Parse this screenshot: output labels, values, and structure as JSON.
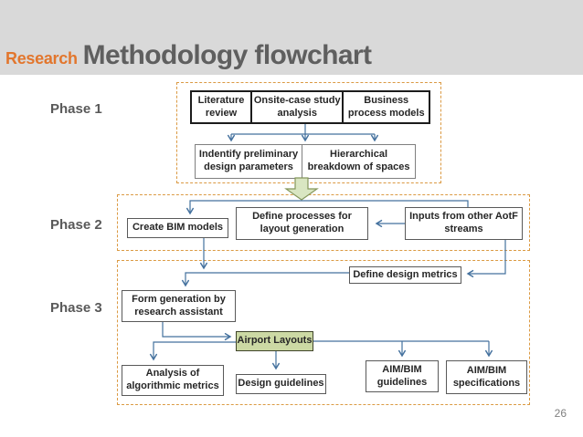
{
  "header": {
    "title_prefix": "Research",
    "title": "Methodology flowchart"
  },
  "page_number": "26",
  "phases": {
    "p1": {
      "label": "Phase 1"
    },
    "p2": {
      "label": "Phase 2"
    },
    "p3": {
      "label": "Phase 3"
    }
  },
  "phase1": {
    "row1": [
      "Literature\nreview",
      "Onsite-case study\nanalysis",
      "Business\nprocess models"
    ],
    "row2": [
      "Indentify preliminary\ndesign parameters",
      "Hierarchical\nbreakdown of spaces"
    ]
  },
  "phase2": {
    "create_bim": "Create BIM models",
    "define_processes": "Define processes for\nlayout generation",
    "inputs_aotf": "Inputs from other AotF\nstreams"
  },
  "phase3": {
    "define_metrics": "Define design metrics",
    "form_generation": "Form generation by\nresearch assistant",
    "airport_layouts": "Airport Layouts",
    "analysis_metrics": "Analysis of\nalgorithmic metrics",
    "design_guidelines": "Design guidelines",
    "aim_guidelines": "AIM/BIM\nguidelines",
    "aim_specifications": "AIM/BIM\nspecifications"
  },
  "colors": {
    "header_bg": "#d9d9d9",
    "accent_orange": "#e2762d",
    "title_gray": "#5f5f5f",
    "connector_blue": "#44719e",
    "dashed_border_orange": "#db9a43",
    "green_arrow_fill": "#d9e6c2",
    "green_arrow_stroke": "#85975c",
    "airport_box_fill": "#ccd9a4"
  }
}
